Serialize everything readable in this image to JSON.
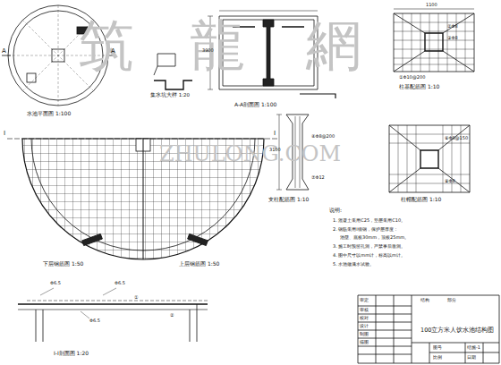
{
  "diagram": {
    "labels": [
      "筑",
      "龍",
      "網",
      "ZHULONG.COM",
      "A",
      "A",
      "水池平面图 1:100",
      "集水坑大样 1:20",
      "A-A剖面图 1:100",
      "3900",
      "1100",
      "②Φ8",
      "③Φ8",
      "①Φ10@200",
      "柱基配筋图 1:10",
      "支柱配筋图 1:10",
      "④Φ8@200",
      "⑦Φ12",
      "3100",
      "⑥Φ8@150",
      "⑧Φ8",
      "柱帽配筋图 1:10",
      "I",
      "I",
      "下层钢筋图 1:50",
      "上层钢筋图 1:50",
      "Φ6.5",
      "Φ6.5",
      "Φ6.5",
      "①",
      "②",
      "I-I剖面图 1:20",
      "说明:",
      "1. 混凝土采用C25，垫层采用C10。",
      "2. 钢筋采用Ⅰ级钢，保护层厚度：",
      "池壁、底板30mm，顶板25mm。",
      "3. 施工时预留孔洞，严禁事后凿洞。",
      "4. 图中尺寸以mm计，标高以m计。",
      "5. 水池做满水试验。",
      "审定",
      "审核",
      "校对",
      "设计",
      "制图",
      "描图",
      "结构",
      "部分",
      "100立方米人饮水池结构图",
      "图号",
      "结施-1",
      "比例",
      "日期"
    ]
  }
}
